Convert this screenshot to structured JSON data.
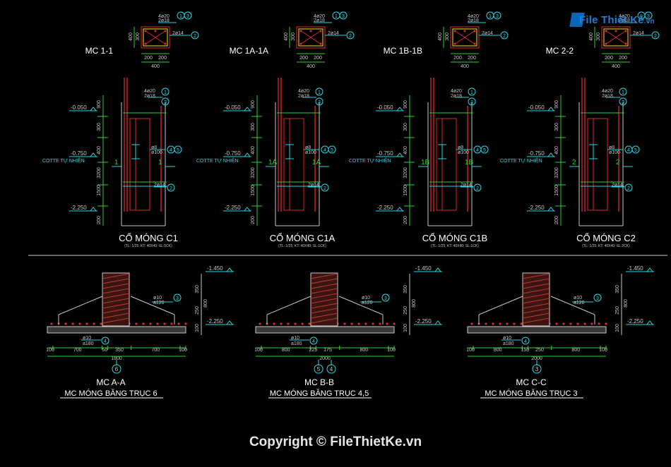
{
  "watermark": {
    "logo_text": "File Thiết Kế",
    "logo_suffix": ".vn",
    "copyright": "Copyright © FileThietKe.vn"
  },
  "colors": {
    "background": "#000000",
    "section_label": "#ffffff",
    "cyan": "#29d9e6",
    "green": "#2fd12f",
    "red": "#e0292a",
    "yellow": "#f2e62b",
    "gray": "#c8c8c8",
    "hatch": "#c0392b",
    "logo": "#1c7fd6"
  },
  "top_sections": [
    {
      "label": "MC 1-1",
      "sec": "1"
    },
    {
      "label": "MC 1A-1A",
      "sec": "1A"
    },
    {
      "label": "MC 1B-1B",
      "sec": "1B"
    },
    {
      "label": "MC 2-2",
      "sec": "2"
    }
  ],
  "section_detail": {
    "bar_top": "4ø20",
    "bar_top2": "2ø18",
    "bar_side": "2ø14",
    "dim_h1": "400",
    "dim_h2": "300",
    "dim_w1": "200",
    "dim_w2": "200",
    "dim_total": "400"
  },
  "columns": [
    {
      "title": "CỔ MÓNG C1",
      "subtitle": "(TL: 1/25; KT: 40X40; SL:5CK)",
      "sec": "1"
    },
    {
      "title": "CỔ MÓNG C1A",
      "subtitle": "(TL: 1/25; KT: 40X40; SL:1CK)",
      "sec": "1A"
    },
    {
      "title": "CỔ MÓNG C1B",
      "subtitle": "(TL: 1/25; KT: 40X40; SL:1CK)",
      "sec": "1B"
    },
    {
      "title": "CỔ MÓNG C2",
      "subtitle": "(TL: 1/25; KT: 40X40; SL:2CK)",
      "sec": "2"
    }
  ],
  "column_detail": {
    "lev1": "-0.050",
    "lev2": "-0.750",
    "lev3": "-2.250",
    "cotte": "COTTE TỰ NHIÊN",
    "stirrup1": "ø8",
    "stirrup2": "ø100",
    "bar_top": "4ø20",
    "bar_top2": "2ø18",
    "bar_side": "2ø14",
    "d1": "900",
    "d2": "300",
    "d3": "400",
    "d4": "3200",
    "d5": "1500",
    "d6": "200"
  },
  "strip_footings": [
    {
      "title": "MC A-A",
      "subtitle": "MC MÓNG BĂNG TRỤC 6",
      "axes": [
        "6"
      ],
      "total": "1800",
      "dims": [
        "100",
        "700",
        "50",
        "350",
        "700",
        "100"
      ],
      "bar_bottom": "ø10",
      "bar_bottom2": "a180",
      "bar_top": "ø10",
      "bar_top2": "a120",
      "level_top": "-1.450",
      "level_bot": "-2.250",
      "v1": "350",
      "v2": "800",
      "v3": "250",
      "v4": "100"
    },
    {
      "title": "MC B-B",
      "subtitle": "MC MÓNG BĂNG TRỤC 4,5",
      "axes": [
        "5",
        "4"
      ],
      "total": "2000",
      "dims": [
        "100",
        "800",
        "225",
        "175",
        "800",
        "100"
      ],
      "bar_bottom": "ø10",
      "bar_bottom2": "a180",
      "bar_top": "ø10",
      "bar_top2": "a120",
      "level_top": "-1.450",
      "level_bot": "-2.250",
      "v1": "350",
      "v2": "800",
      "v3": "250",
      "v4": "100"
    },
    {
      "title": "MC C-C",
      "subtitle": "MC MÓNG BĂNG TRỤC 3",
      "axes": [
        "3"
      ],
      "total": "2000",
      "dims": [
        "100",
        "800",
        "150",
        "250",
        "800",
        "100"
      ],
      "bar_bottom": "ø10",
      "bar_bottom2": "a180",
      "bar_top": "ø10",
      "bar_top2": "a120",
      "level_top": "-1.450",
      "level_bot": "-2.250",
      "v1": "350",
      "v2": "800",
      "v3": "250",
      "v4": "100"
    }
  ]
}
